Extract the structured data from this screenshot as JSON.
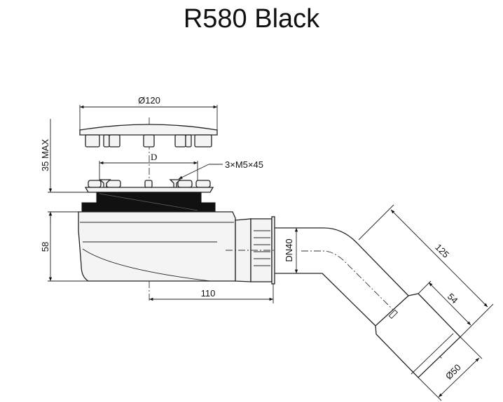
{
  "title": "R580 Black",
  "dimensions": {
    "cap_diameter": "Ø120",
    "bolt_circle": "D",
    "screws": "3×M5×45",
    "height_adjust": "35 MAX",
    "body_height": "58",
    "outlet_offset": "110",
    "outlet_size": "DN40",
    "pipe_length": "125",
    "socket_length": "54",
    "socket_diameter": "Ø50"
  }
}
